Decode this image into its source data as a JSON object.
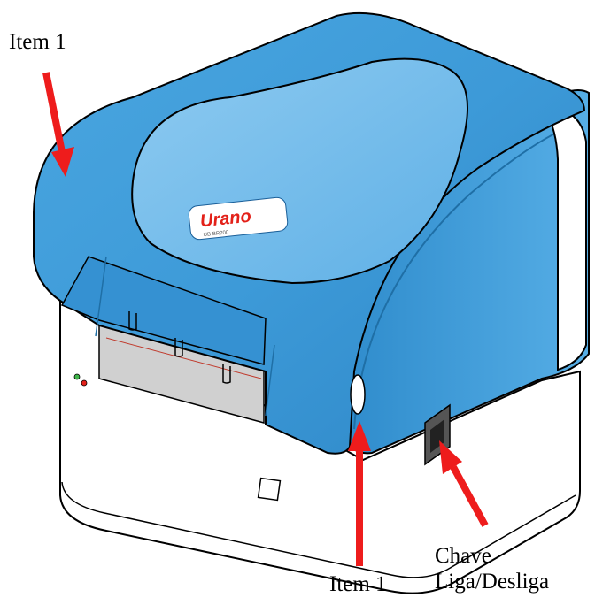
{
  "labels": {
    "item1_top": "Item 1",
    "item1_bottom": "Item 1",
    "switch_line1": "Chave",
    "switch_line2": "Liga/Desliga"
  },
  "brand": {
    "name": "Urano",
    "model": "UB-BR200"
  },
  "colors": {
    "cover_blue": "#3d9ad8",
    "cover_light": "#7cc0ec",
    "cover_dark": "#2a7fbd",
    "arrow_red": "#ee1c1c",
    "brand_red": "#e32119"
  }
}
